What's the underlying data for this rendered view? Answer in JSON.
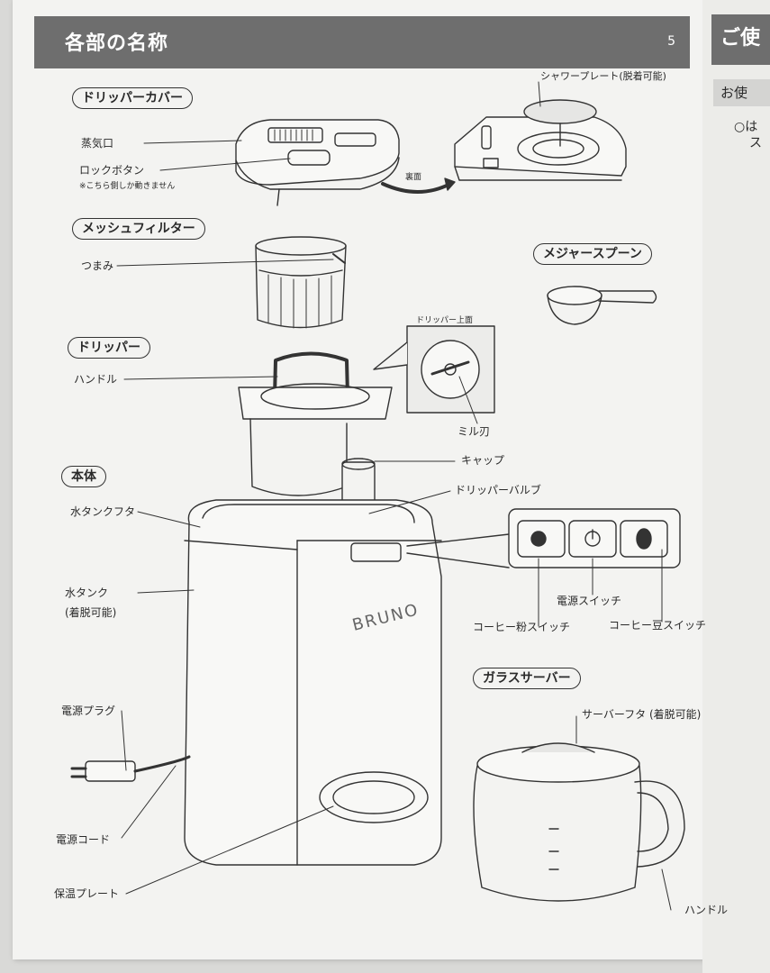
{
  "header": {
    "title": "各部の名称",
    "page_number": "5"
  },
  "next_page": {
    "title": "ご使",
    "subtitle": "お使",
    "bullet": "○は",
    "cont": "ス"
  },
  "sections": {
    "dripper_cover": "ドリッパーカバー",
    "mesh_filter": "メッシュフィルター",
    "dripper": "ドリッパー",
    "body": "本体",
    "measure_spoon": "メジャースプーン",
    "glass_server": "ガラスサーバー"
  },
  "labels": {
    "steam_vent": "蒸気口",
    "lock_button": "ロックボタン",
    "lock_note": "※こちら側しか動きません",
    "back_side": "裏面",
    "shower_plate": "シャワープレート(脱着可能)",
    "knob": "つまみ",
    "handle": "ハンドル",
    "dripper_top": "ドリッパー上面",
    "mill_blade": "ミル刃",
    "cap": "キャップ",
    "dripper_valve": "ドリッパーバルブ",
    "tank_lid": "水タンクフタ",
    "water_tank": "水タンク",
    "water_tank_note": "(着脱可能)",
    "power_switch": "電源スイッチ",
    "powder_switch": "コーヒー粉スイッチ",
    "bean_switch": "コーヒー豆スイッチ",
    "power_plug": "電源プラグ",
    "power_cord": "電源コード",
    "warming_plate": "保温プレート",
    "server_lid": "サーバーフタ (着脱可能)",
    "server_handle": "ハンドル",
    "brand": "BRUNO"
  }
}
